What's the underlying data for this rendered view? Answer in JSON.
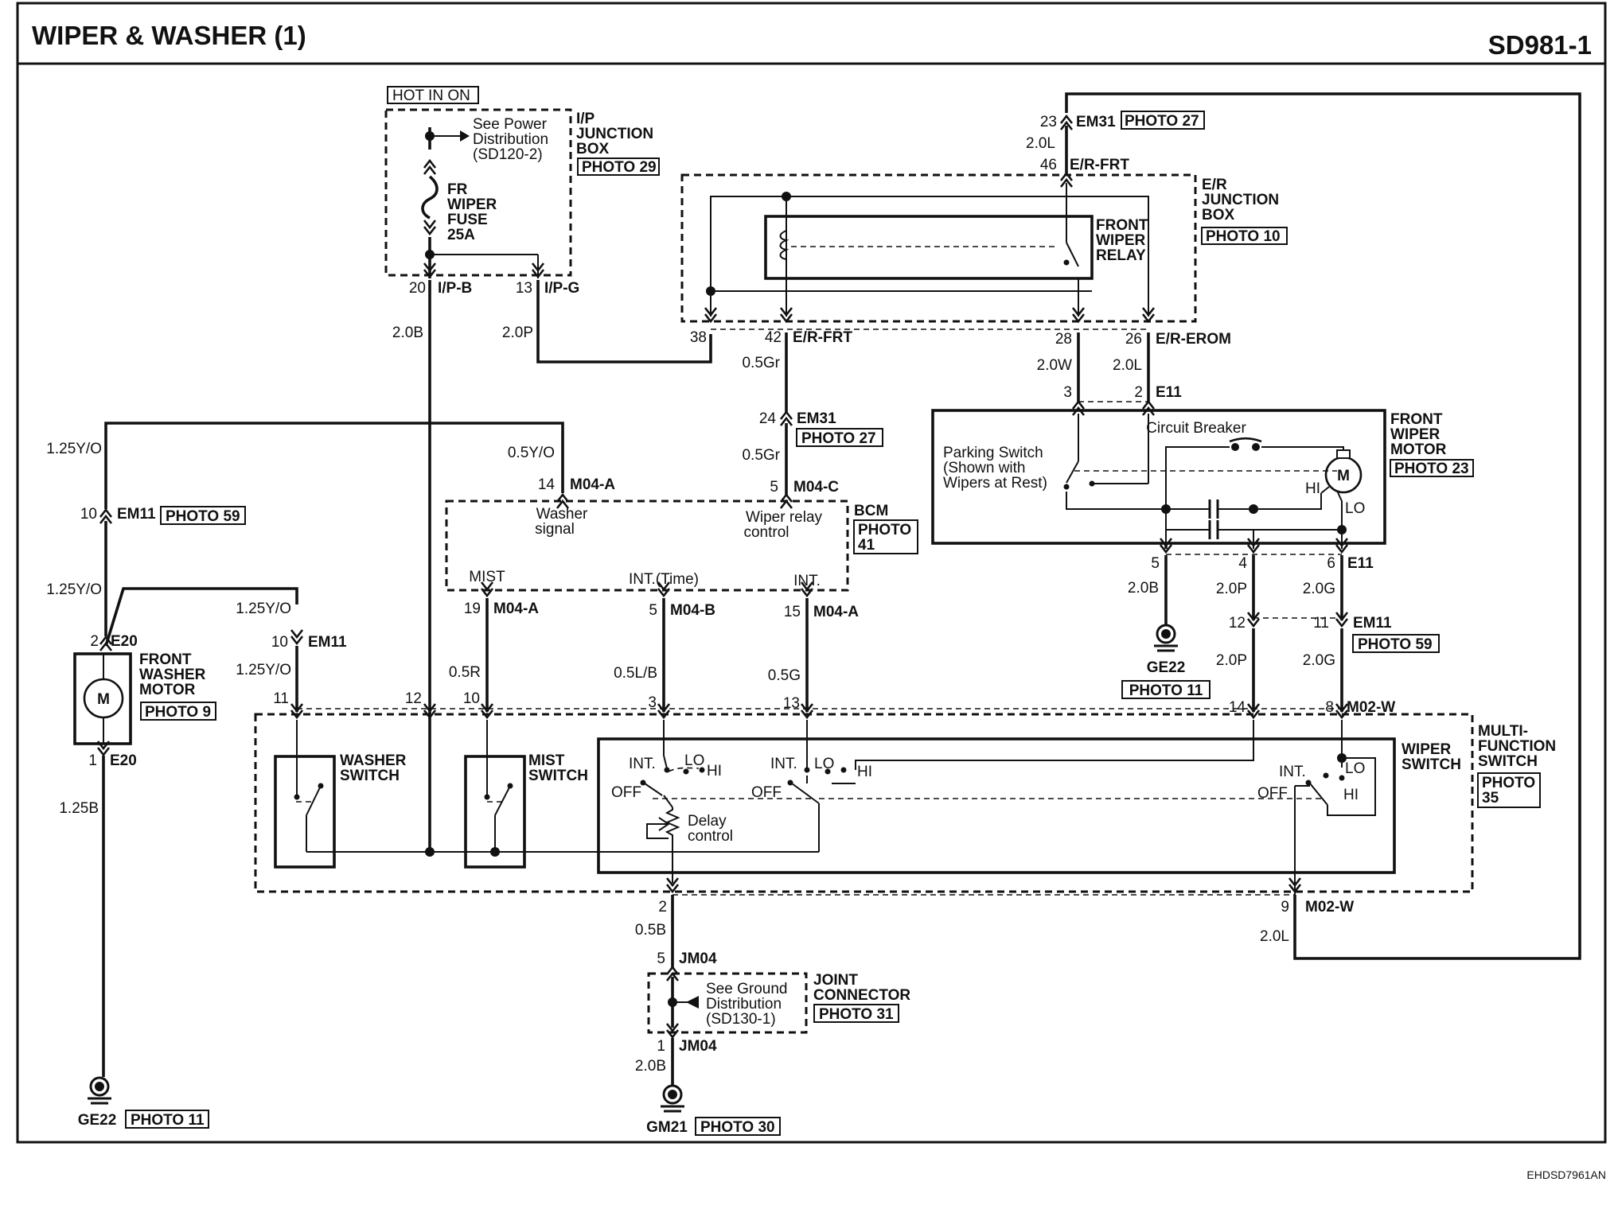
{
  "header": {
    "title": "WIPER & WASHER (1)",
    "code": "SD981-1"
  },
  "footer": {
    "code": "EHDSD7961AN"
  },
  "labels": {
    "hot_in_on": "HOT IN ON",
    "see_power": [
      "See Power",
      "Distribution",
      "(SD120-2)"
    ],
    "ip_jb": [
      "I/P",
      "JUNCTION",
      "BOX"
    ],
    "photo29": "PHOTO 29",
    "fuse": [
      "FR",
      "WIPER",
      "FUSE",
      "25A"
    ],
    "ipb_pin": "20",
    "ipb": "I/P-B",
    "ipg_pin": "13",
    "ipg": "I/P-G",
    "w_20b": "2.0B",
    "w_20p": "2.0P",
    "em31_pin_top": "23",
    "em31_top": "EM31",
    "photo27_top": "PHOTO 27",
    "w_20l_top": "2.0L",
    "erfrt46_pin": "46",
    "erfrt46": "E/R-FRT",
    "er_jb": [
      "E/R",
      "JUNCTION",
      "BOX"
    ],
    "photo10": "PHOTO 10",
    "relay": [
      "FRONT",
      "WIPER",
      "RELAY"
    ],
    "pin38": "38",
    "pin42": "42",
    "erfrt42": "E/R-FRT",
    "pin28": "28",
    "pin26": "26",
    "erom": "E/R-EROM",
    "w_05gr_a": "0.5Gr",
    "em31_pin_mid": "24",
    "em31_mid": "EM31",
    "photo27_mid": "PHOTO 27",
    "w_05gr_b": "0.5Gr",
    "w_20w": "2.0W",
    "w_20l_mid": "2.0L",
    "e11_pin3": "3",
    "e11_pin2": "2",
    "e11_top": "E11",
    "w_125yo_a": "1.25Y/O",
    "w_05yo": "0.5Y/O",
    "m04a_pin14": "14",
    "m04a_top": "M04-A",
    "m04c_pin5": "5",
    "m04c": "M04-C",
    "em11_pin10_l": "10",
    "em11_l": "EM11",
    "photo59_l": "PHOTO 59",
    "washer_signal": [
      "Washer",
      "signal"
    ],
    "wiper_relay_ctrl": [
      "Wiper relay",
      "control"
    ],
    "bcm": "BCM",
    "photo41": [
      "PHOTO",
      "41"
    ],
    "mist": "MIST",
    "int_time": "INT.(Time)",
    "int": "INT.",
    "circuit_breaker": "Circuit Breaker",
    "parking": [
      "Parking Switch",
      "(Shown with",
      "Wipers at Rest)"
    ],
    "hi": "HI",
    "lo": "LO",
    "m": "M",
    "fwm": [
      "FRONT",
      "WIPER",
      "MOTOR"
    ],
    "photo23": "PHOTO 23",
    "e11_pin5": "5",
    "e11_pin4": "4",
    "e11_pin6": "6",
    "e11_bot": "E11",
    "w_20b_r": "2.0B",
    "w_20p_r1": "2.0P",
    "w_20g_r1": "2.0G",
    "ge22_r": "GE22",
    "photo11_r": "PHOTO 11",
    "em11_pin12": "12",
    "em11_pin11": "11",
    "em11_r": "EM11",
    "photo59_r": "PHOTO 59",
    "w_20p_r2": "2.0P",
    "w_20g_r2": "2.0G",
    "w_125yo_b": "1.25Y/O",
    "w_125yo_c": "1.25Y/O",
    "w_125yo_d": "1.25Y/O",
    "e20_pin2": "2",
    "e20_top": "E20",
    "fwash": [
      "FRONT",
      "WASHER",
      "MOTOR"
    ],
    "photo9": "PHOTO 9",
    "e20_pin1": "1",
    "e20_bot": "E20",
    "w_125b": "1.25B",
    "em11_pin10_m": "10",
    "em11_m": "EM11",
    "m04a_pin19": "19",
    "m04a_l": "M04-A",
    "m04b_pin5": "5",
    "m04b": "M04-B",
    "m04a_pin15": "15",
    "m04a_r": "M04-A",
    "w_05r": "0.5R",
    "w_05lb": "0.5L/B",
    "w_05g": "0.5G",
    "mfs_pin11": "11",
    "mfs_pin12": "12",
    "mfs_pin10": "10",
    "mfs_pin3": "3",
    "mfs_pin13": "13",
    "mfs_pin14": "14",
    "mfs_pin8": "8",
    "m02w_top": "M02-W",
    "washer_sw": [
      "WASHER",
      "SWITCH"
    ],
    "mist_sw": [
      "MIST",
      "SWITCH"
    ],
    "wiper_sw": [
      "WIPER",
      "SWITCH"
    ],
    "mfs": [
      "MULTI-",
      "FUNCTION",
      "SWITCH"
    ],
    "photo35": [
      "PHOTO",
      "35"
    ],
    "sw_int_a": "INT.",
    "sw_lo_a": "LO",
    "sw_hi_a": "HI",
    "sw_off_a": "OFF",
    "delay": [
      "Delay",
      "control"
    ],
    "sw_int_b": "INT.",
    "sw_lo_b": "LO",
    "sw_hi_b": "HI",
    "sw_off_b": "OFF",
    "sw_int_c": "INT.",
    "sw_lo_c": "LO",
    "sw_hi_c": "HI",
    "sw_off_c": "OFF",
    "mfs_pin2": "2",
    "w_05b": "0.5B",
    "jm04_pin5": "5",
    "jm04_top": "JM04",
    "see_ground": [
      "See Ground",
      "Distribution",
      "(SD130-1)"
    ],
    "joint": [
      "JOINT",
      "CONNECTOR"
    ],
    "photo31": "PHOTO 31",
    "jm04_pin1": "1",
    "jm04_bot": "JM04",
    "w_20b_g": "2.0B",
    "gm21": "GM21",
    "photo30": "PHOTO 30",
    "ge22_l": "GE22",
    "photo11_l": "PHOTO 11",
    "m02w_pin9": "9",
    "m02w_bot": "M02-W",
    "w_20l_bot": "2.0L"
  }
}
